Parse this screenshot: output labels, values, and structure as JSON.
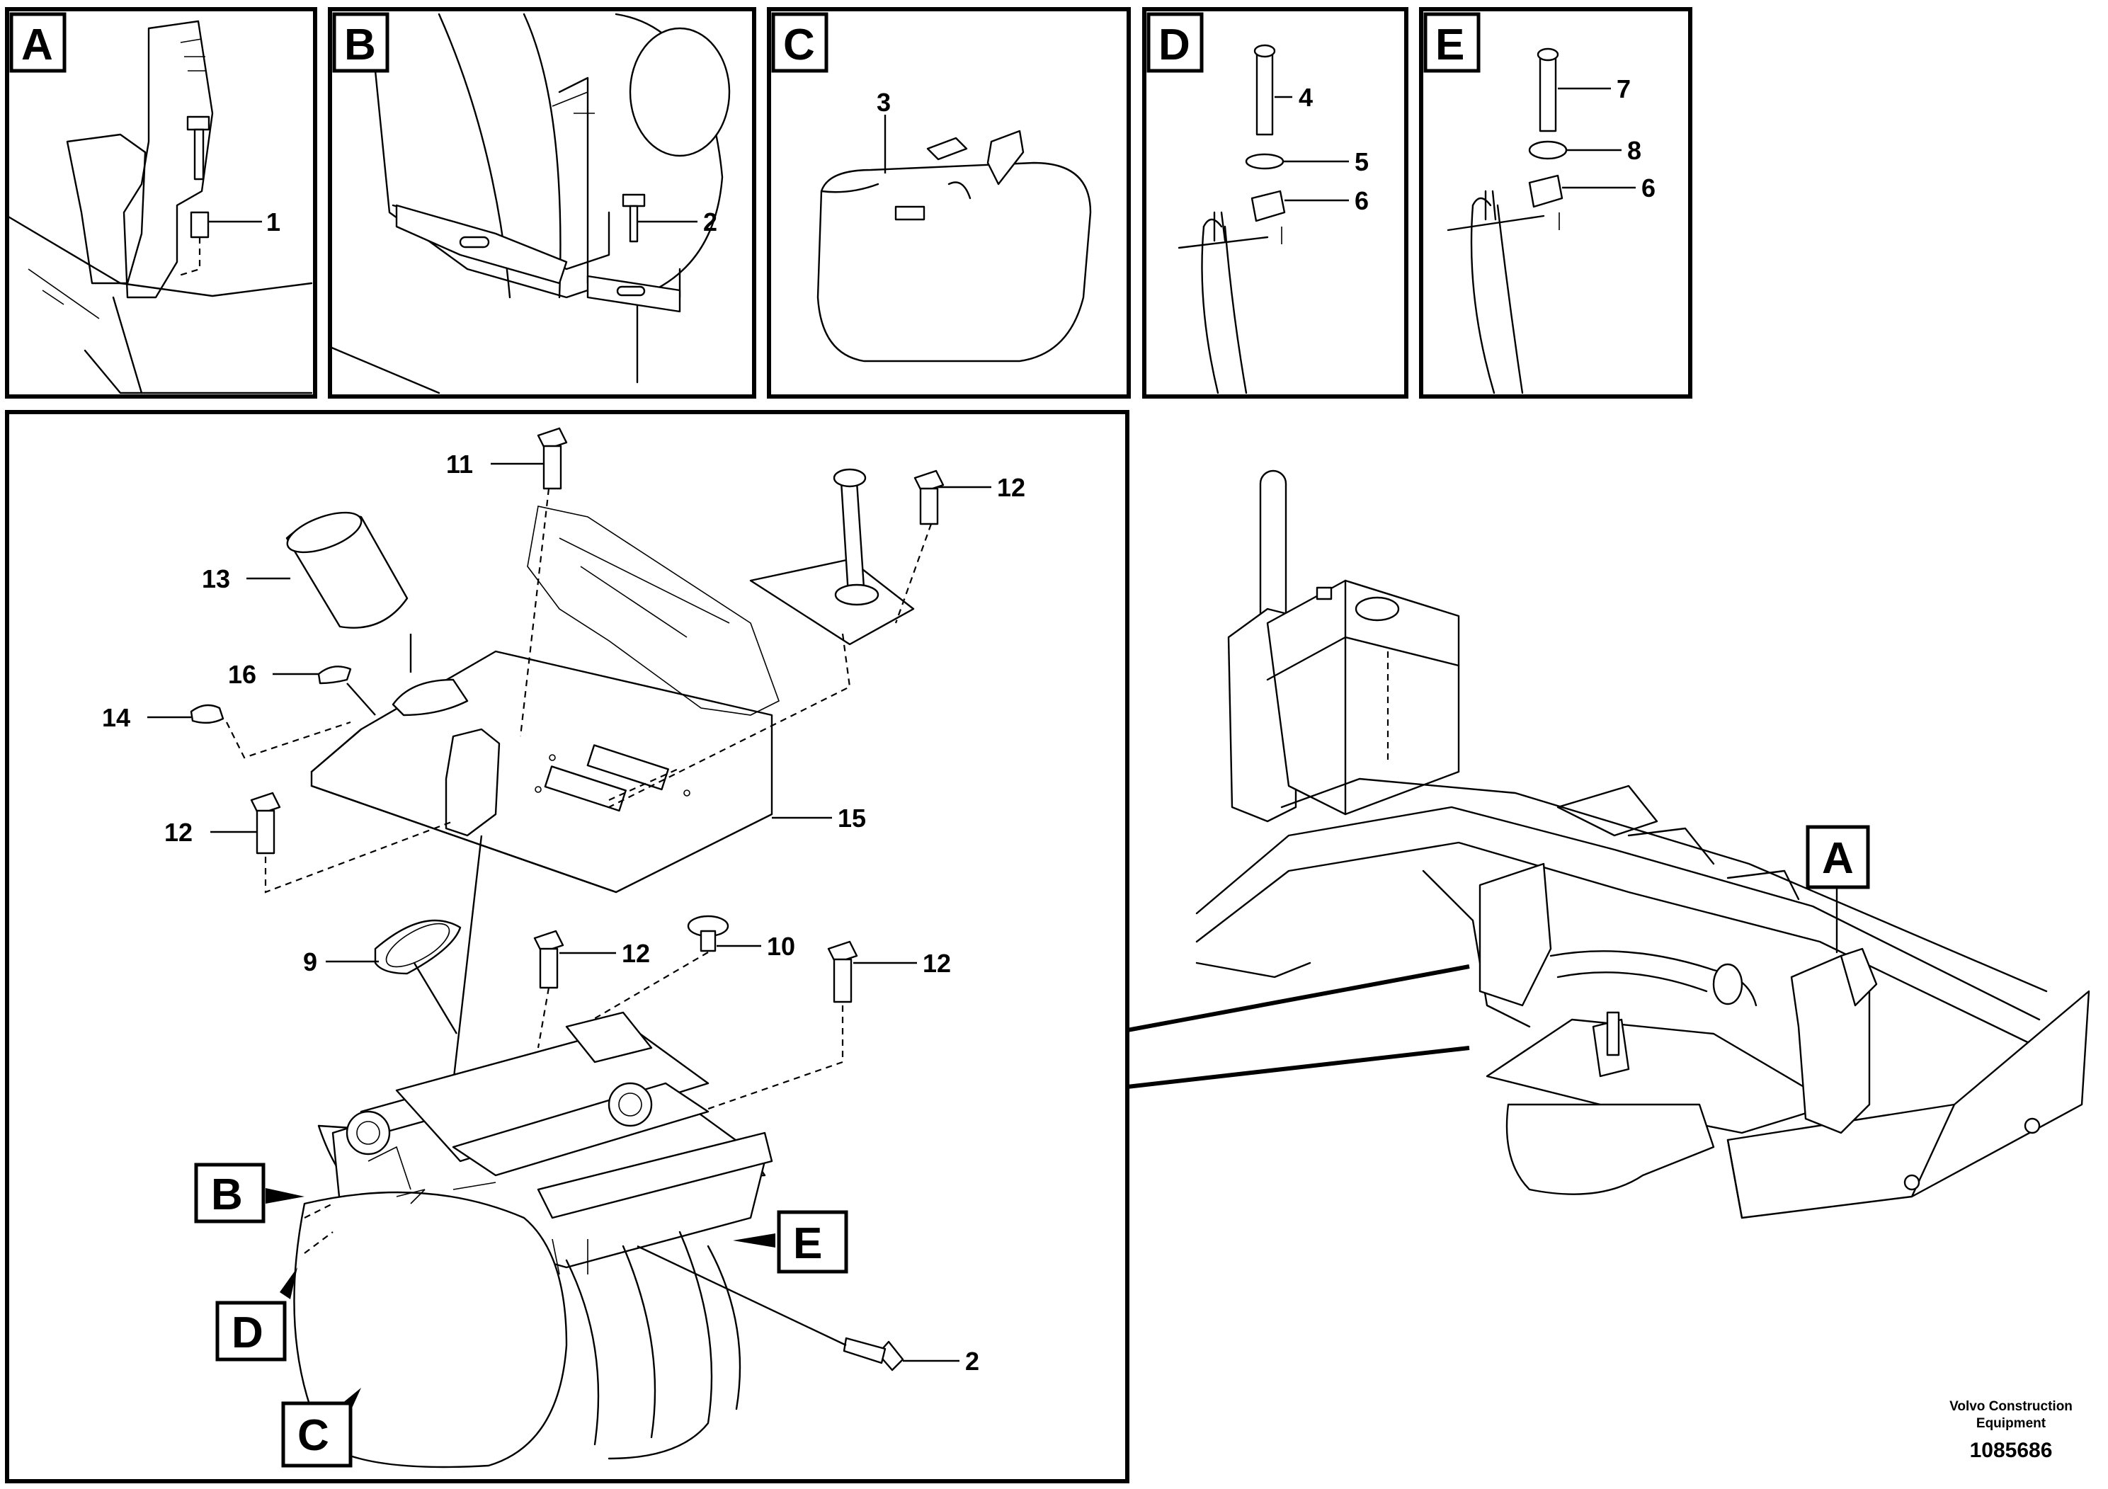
{
  "panels": {
    "A": {
      "letter": "A",
      "callouts": [
        "1"
      ]
    },
    "B": {
      "letter": "B",
      "callouts": [
        "2"
      ]
    },
    "C": {
      "letter": "C",
      "callouts": [
        "3"
      ]
    },
    "D": {
      "letter": "D",
      "callouts": [
        "4",
        "5",
        "6"
      ]
    },
    "E": {
      "letter": "E",
      "callouts": [
        "7",
        "8",
        "6"
      ]
    }
  },
  "main": {
    "callouts": {
      "n11": "11",
      "n12a": "12",
      "n13": "13",
      "n16": "16",
      "n14": "14",
      "n12b": "12",
      "n15": "15",
      "n9": "9",
      "n12c": "12",
      "n10": "10",
      "n12d": "12",
      "n2": "2"
    },
    "view_refs": {
      "B": "B",
      "D": "D",
      "C": "C",
      "E": "E"
    }
  },
  "overview": {
    "ref": "A"
  },
  "footer": {
    "company_line1": "Volvo Construction",
    "company_line2": "Equipment",
    "doc_number": "1085686"
  }
}
